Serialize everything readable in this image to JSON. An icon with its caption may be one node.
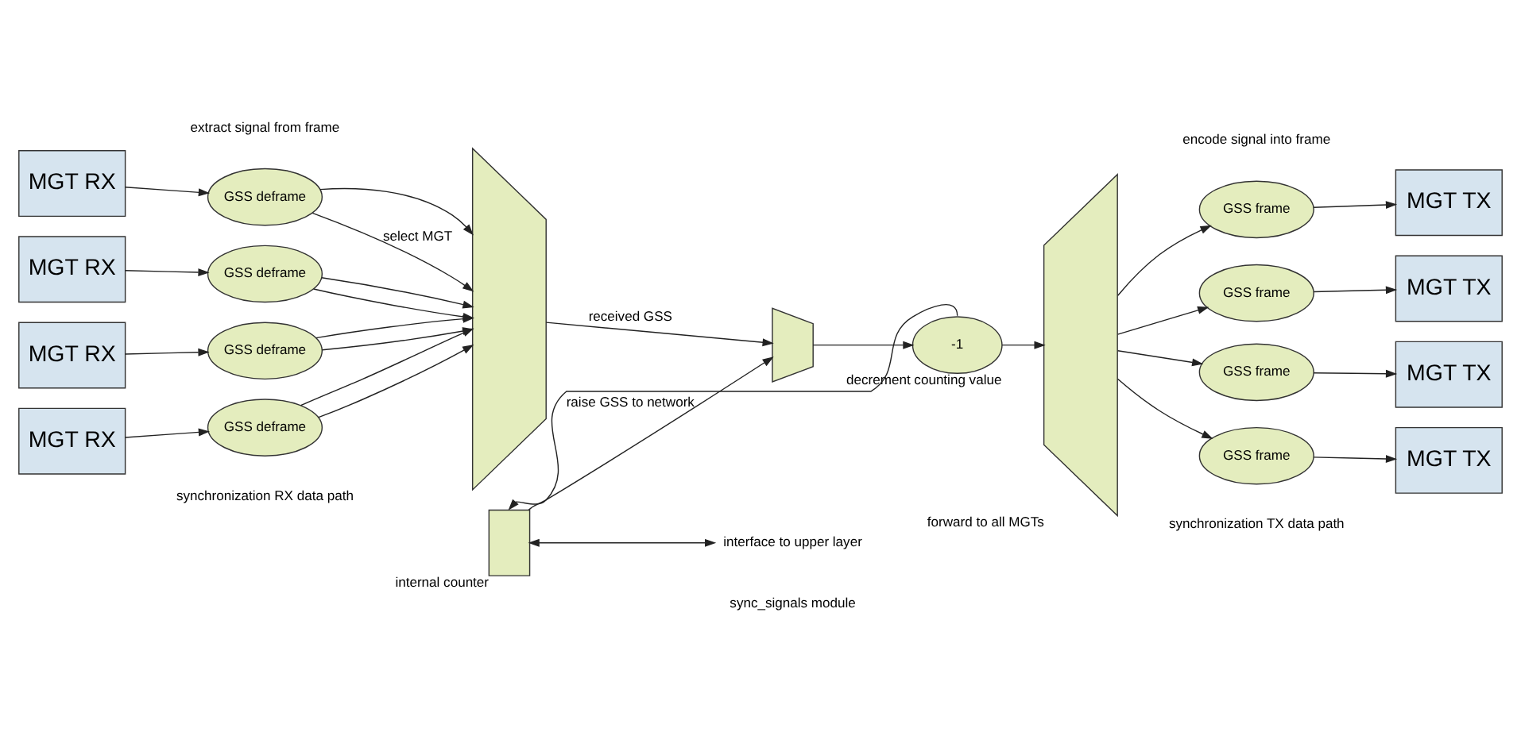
{
  "diagram": {
    "nodes": [
      {
        "text": [
          "MGT RX"
        ]
      },
      {
        "text": [
          "MGT RX"
        ]
      },
      {
        "text": [
          "MGT RX"
        ]
      },
      {
        "text": [
          "MGT RX"
        ]
      },
      {
        "text": [
          "GSS deframe"
        ]
      },
      {
        "text": [
          "GSS deframe"
        ]
      },
      {
        "text": [
          "GSS deframe"
        ]
      },
      {
        "text": [
          "GSS deframe"
        ]
      },
      {
        "text": [],
        "shape": "trapezoid"
      },
      {
        "text": [],
        "shape": "trapezoid"
      },
      {
        "text": [
          "-1"
        ],
        "beside": [
          "decrement counting value"
        ]
      },
      {
        "text": [],
        "shape": "box",
        "beside": [
          "internal counter"
        ]
      },
      {
        "text": [],
        "shape": "trapezoid",
        "beside": [
          "forward to all MGTs"
        ]
      },
      {
        "text": [
          "GSS frame"
        ]
      },
      {
        "text": [
          "GSS frame"
        ]
      },
      {
        "text": [
          "GSS frame"
        ]
      },
      {
        "text": [
          "GSS frame"
        ]
      },
      {
        "text": [
          "MGT TX"
        ]
      },
      {
        "text": [
          "MGT TX"
        ]
      },
      {
        "text": [
          "MGT TX"
        ]
      },
      {
        "text": [
          "MGT TX"
        ]
      },
      {
        "text": [
          "interface to upper layer"
        ]
      }
    ],
    "edges": [
      {
        "from": 0,
        "to": 4,
        "arrow": "to"
      },
      {
        "from": 1,
        "to": 5,
        "arrow": "to"
      },
      {
        "from": 2,
        "to": 6,
        "arrow": "to"
      },
      {
        "from": 3,
        "to": 7,
        "arrow": "to"
      },
      {
        "from": 4,
        "to": 8,
        "arrow": "to"
      },
      {
        "from": 5,
        "to": 8,
        "arrow": "to"
      },
      {
        "from": 6,
        "to": 8,
        "arrow": "to"
      },
      {
        "from": 7,
        "to": 8,
        "arrow": "to"
      },
      {
        "from": 4,
        "to": 8,
        "arrow": "to",
        "label": "select MGT"
      },
      {
        "from": 5,
        "to": 8,
        "arrow": "to"
      },
      {
        "from": 6,
        "to": 8,
        "arrow": "to"
      },
      {
        "from": 7,
        "to": 8,
        "arrow": "to"
      },
      {
        "from": 8,
        "to": 9,
        "arrow": "to",
        "label": "received GSS"
      },
      {
        "from": 9,
        "to": 10,
        "arrow": "to"
      },
      {
        "from": 10,
        "to": 12,
        "arrow": "to"
      },
      {
        "from": 10,
        "to": 11,
        "arrow": "to"
      },
      {
        "from": 11,
        "to": 9,
        "arrow": "to",
        "label": "raise GSS to network"
      },
      {
        "from": 11,
        "to": 21,
        "arrow": "both"
      },
      {
        "from": 12,
        "to": 13,
        "arrow": "to"
      },
      {
        "from": 12,
        "to": 14,
        "arrow": "to"
      },
      {
        "from": 12,
        "to": 15,
        "arrow": "to"
      },
      {
        "from": 12,
        "to": 16,
        "arrow": "to"
      },
      {
        "from": 13,
        "to": 17,
        "arrow": "to"
      },
      {
        "from": 14,
        "to": 18,
        "arrow": "to"
      },
      {
        "from": 15,
        "to": 19,
        "arrow": "to"
      },
      {
        "from": 16,
        "to": 20,
        "arrow": "to"
      }
    ],
    "labels": [
      "synchronization RX data path",
      "sync_signals module",
      "synchronization TX data path",
      "extract signal from frame",
      "encode signal into frame"
    ]
  }
}
